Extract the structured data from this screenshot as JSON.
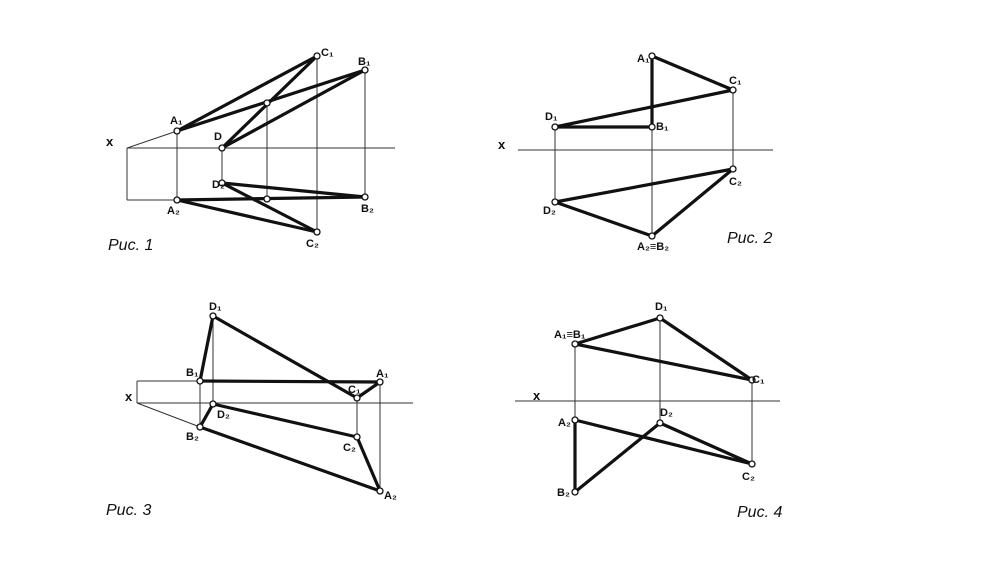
{
  "figures": [
    {
      "id": "fig1",
      "caption": "Рис. 1",
      "axis_label": "x",
      "labels": [
        "C₁",
        "B₁",
        "A₁",
        "D",
        "D₂",
        "A₂",
        "B₂",
        "C₂"
      ]
    },
    {
      "id": "fig2",
      "caption": "Рис. 2",
      "axis_label": "x",
      "labels": [
        "A₁",
        "C₁",
        "D₁",
        "B₁",
        "C₂",
        "D₂",
        "A₂≡B₂"
      ]
    },
    {
      "id": "fig3",
      "caption": "Рис. 3",
      "axis_label": "x",
      "labels": [
        "D₁",
        "B₁",
        "C₁",
        "A₁",
        "D₂",
        "B₂",
        "C₂",
        "A₂"
      ]
    },
    {
      "id": "fig4",
      "caption": "Рис. 4",
      "axis_label": "x",
      "labels": [
        "D₁",
        "A₁≡B₁",
        "C₁",
        "A₂",
        "D₂",
        "C₂",
        "B₂"
      ]
    }
  ]
}
